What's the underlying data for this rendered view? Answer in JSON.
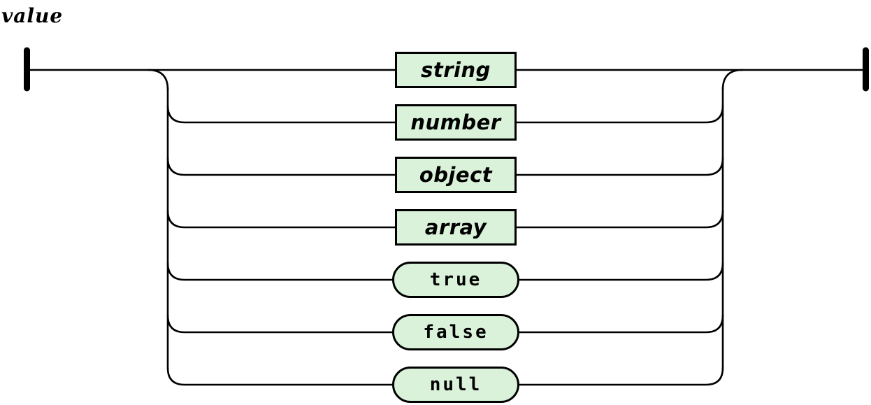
{
  "diagram": {
    "title": "value",
    "kind": "railroad-syntax-diagram",
    "rule": "value = string | number | object | array | true | false | null",
    "colors": {
      "node_fill": "#d9f2d9",
      "line": "#000000",
      "background": "#ffffff"
    },
    "branches": [
      {
        "label": "string",
        "kind": "nonterminal",
        "shape": "rectangle"
      },
      {
        "label": "number",
        "kind": "nonterminal",
        "shape": "rectangle"
      },
      {
        "label": "object",
        "kind": "nonterminal",
        "shape": "rectangle"
      },
      {
        "label": "array",
        "kind": "nonterminal",
        "shape": "rectangle"
      },
      {
        "label": "true",
        "kind": "terminal",
        "shape": "rounded"
      },
      {
        "label": "false",
        "kind": "terminal",
        "shape": "rounded"
      },
      {
        "label": "null",
        "kind": "terminal",
        "shape": "rounded"
      }
    ]
  }
}
